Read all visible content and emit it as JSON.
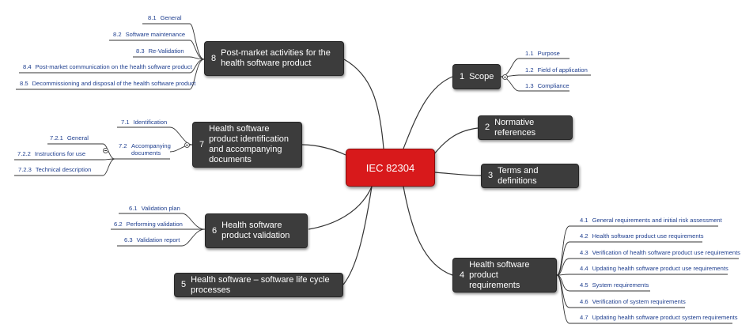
{
  "root": {
    "label": "IEC 82304"
  },
  "topics": [
    {
      "id": "scope",
      "number": "1",
      "label": "Scope",
      "children": [
        {
          "number": "1.1",
          "label": "Purpose"
        },
        {
          "number": "1.2",
          "label": "Field of application"
        },
        {
          "number": "1.3",
          "label": "Compliance"
        }
      ]
    },
    {
      "id": "normative",
      "number": "2",
      "label": "Normative references",
      "children": []
    },
    {
      "id": "terms",
      "number": "3",
      "label": "Terms and definitions",
      "children": []
    },
    {
      "id": "requirements",
      "number": "4",
      "label": "Health software product requirements",
      "children": [
        {
          "number": "4.1",
          "label": "General requirements and initial risk assessment"
        },
        {
          "number": "4.2",
          "label": "Health software product use requirements"
        },
        {
          "number": "4.3",
          "label": "Verification of health software product use requirements"
        },
        {
          "number": "4.4",
          "label": "Updating health software product use requirements"
        },
        {
          "number": "4.5",
          "label": "System requirements"
        },
        {
          "number": "4.6",
          "label": "Verification of system requirements"
        },
        {
          "number": "4.7",
          "label": "Updating health software product system requirements"
        }
      ]
    },
    {
      "id": "lifecycle",
      "number": "5",
      "label": "Health software – software life cycle processes",
      "children": []
    },
    {
      "id": "validation",
      "number": "6",
      "label": "Health software product validation",
      "children": [
        {
          "number": "6.1",
          "label": "Validation plan"
        },
        {
          "number": "6.2",
          "label": "Performing validation"
        },
        {
          "number": "6.3",
          "label": "Validation report"
        }
      ]
    },
    {
      "id": "identification",
      "number": "7",
      "label": "Health software product identification and accompanying documents",
      "children": [
        {
          "number": "7.1",
          "label": "Identification"
        },
        {
          "number": "7.2",
          "label": "Accompanying documents",
          "children": [
            {
              "number": "7.2.1",
              "label": "General"
            },
            {
              "number": "7.2.2",
              "label": "Instructions for use"
            },
            {
              "number": "7.2.3",
              "label": "Technical description"
            }
          ]
        }
      ]
    },
    {
      "id": "postmarket",
      "number": "8",
      "label": "Post-market activities for the health software product",
      "children": [
        {
          "number": "8.1",
          "label": "General"
        },
        {
          "number": "8.2",
          "label": "Software maintenance"
        },
        {
          "number": "8.3",
          "label": "Re-Validation"
        },
        {
          "number": "8.4",
          "label": "Post-market communication on the health software product"
        },
        {
          "number": "8.5",
          "label": "Decommissioning and disposal of the health software product"
        }
      ]
    }
  ],
  "colors": {
    "root": "#d8191b",
    "topic": "#3c3c3c",
    "leaf_text": "#1f3f8f",
    "connector": "#333333"
  }
}
